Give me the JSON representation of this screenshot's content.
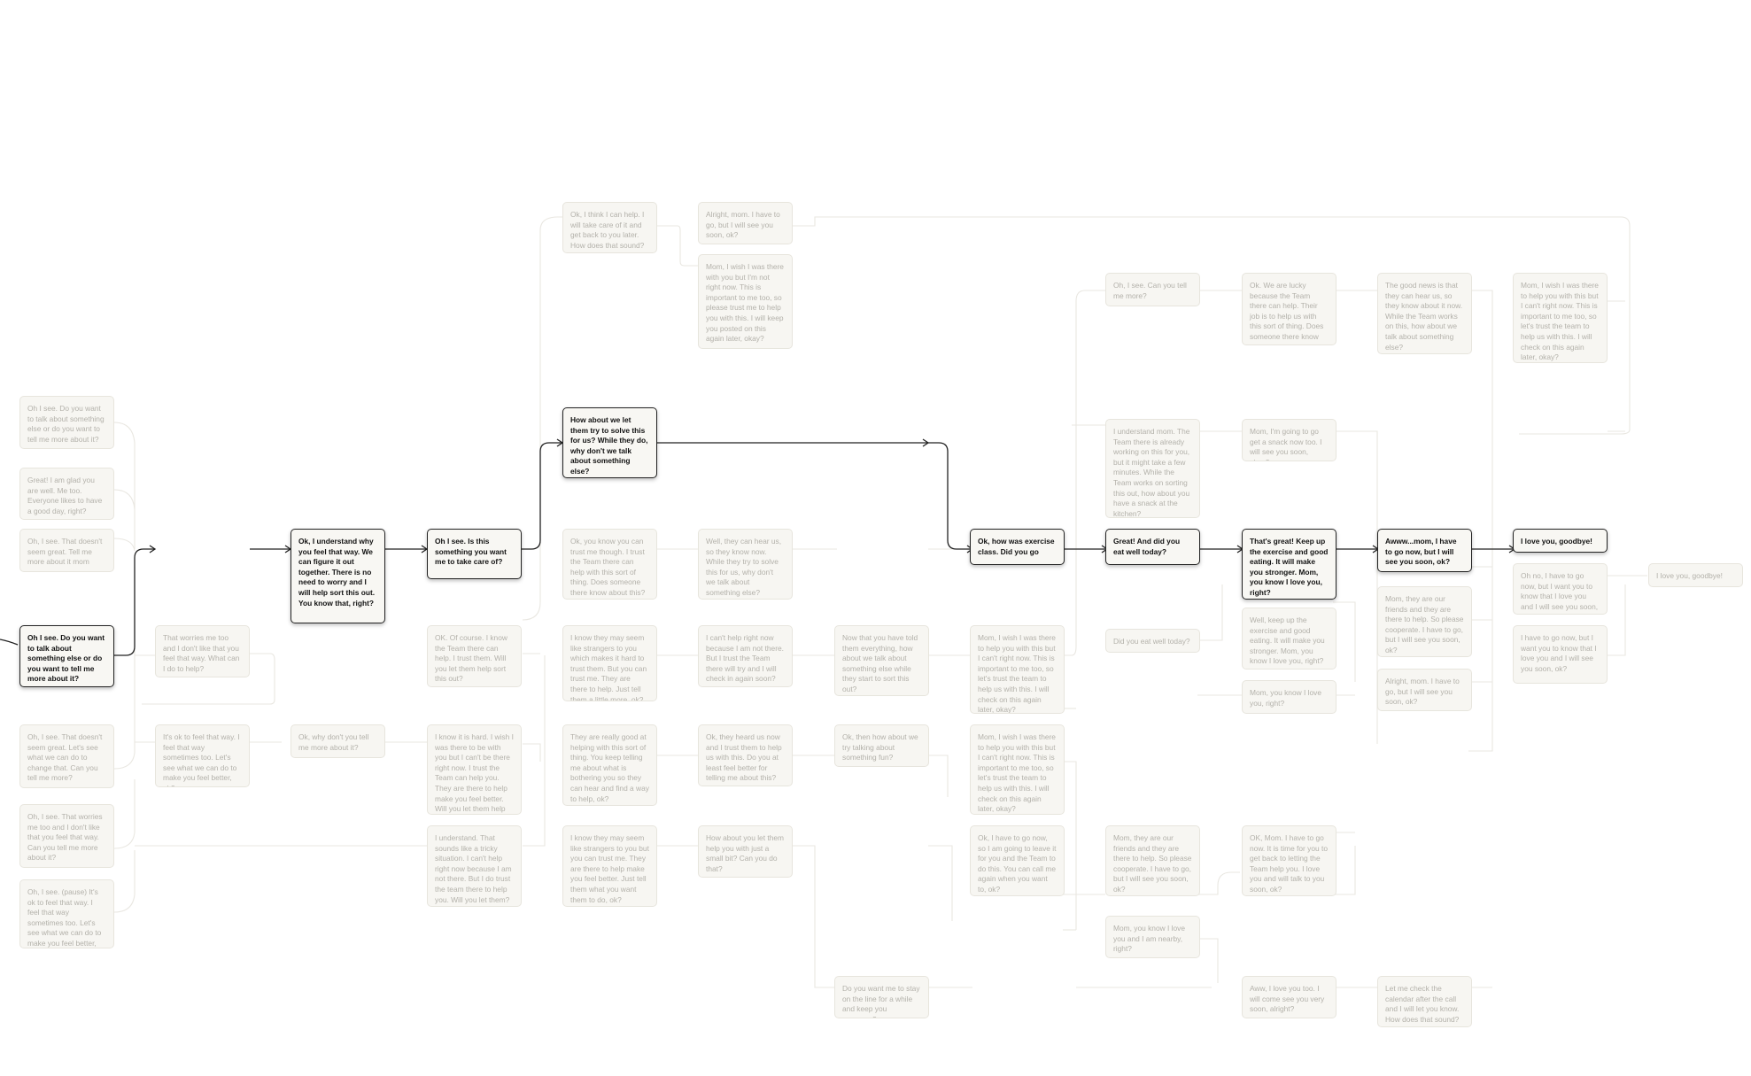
{
  "colors": {
    "active_border": "#222222",
    "dim_text": "#b3b1aa",
    "node_bg": "#f7f6f2",
    "dim_wire": "#e8e6e0",
    "active_wire": "#222222"
  },
  "nodes": {
    "c1_1": "Oh I see. Do you want to talk about something else or do you want to tell me more about it?",
    "c1_2": "Great! I am glad you are well. Me too. Everyone likes to have a good day, right?",
    "c1_3": "Oh, I see. That doesn't seem great. Tell me more about it mom",
    "c1_4": "Oh I see. Do you want to talk about something else or do you want to tell me more about it?",
    "c1_5": "Oh, I see. That doesn't seem great. Let's see what we can do to change that. Can you tell me more?",
    "c1_6": "Oh, I see. That worries me too and I don't like that you feel that way. Can you tell me more about it?",
    "c1_7": "Oh, I see. (pause) It's ok to feel that way. I feel that way sometimes too. Let's see what we can do to make you feel better, ok?",
    "c2_1": "That worries me too and I don't like that you feel that way. What can I do to help?",
    "c2_2": "It's ok to feel that way. I feel that way sometimes too. Let's see what we can do to make you feel better, ok?",
    "c3_1": "Ok, I understand why you feel that way. We can figure it out together. There is no need to worry and I will help sort this out. You know that, right?",
    "c3_2": "Ok, why don't you tell me more about it?",
    "c4_1": "Oh I see. Is this something you want me to take care of?",
    "c4_2": "OK. Of course. I know the Team there can help. I trust them. Will you let them help sort this out?",
    "c4_3": "I know it is hard. I wish I was there to be with you but I can't be there right now. I trust the Team can help you. They are there to help make you feel better. Will you let them help you?",
    "c4_4": "I understand. That sounds like a tricky situation. I can't help right now because I am not there. But I do trust the team there to help you. Will you let them?",
    "c5_1": "Ok, I think I can help. I will take care of it and get back to you later. How does that sound?",
    "c5_2": "How about we let them try to solve this for us? While they do, why don't we talk about something else?",
    "c5_3": "Ok, you know you can trust me though. I trust the Team there can help with this sort of thing. Does someone there know about this?",
    "c5_4": "I know they may seem like strangers to you which makes it hard to trust them. But you can trust me. They are there to help. Just tell them a little more, ok?",
    "c5_5": "They are really good at helping with this sort of thing. You keep telling me about what is bothering you so they can hear and find a way to help, ok?",
    "c5_6": "I know they may seem like strangers to you but you can trust me. They are there to help make you feel better. Just tell them what you want them to do, ok?",
    "c6_1": "Alright, mom. I have to go, but I will see you soon, ok?",
    "c6_2": "Mom, I wish I was there with you but I'm not right now. This is important to me too, so please trust me to help you with this. I will keep you posted on this again later, okay?",
    "c6_3": "Well, they can hear us, so they know now. While they try to solve this for us, why don't we talk about something else?",
    "c6_4": "I can't help right now because I am not there. But I trust the Team there will try and I will check in again soon?",
    "c6_5": "Ok, they heard us now and I trust them to help us with this. Do you at least feel better for telling me about this?",
    "c6_6": "How about you let them help you with just a small bit? Can you do that?",
    "c7_1": "Now that you have told them everything, how about we talk about something else while they start to sort this out?",
    "c7_2": "Ok, then how about we try talking about something fun?",
    "c7_3": "Do you want me to stay on the line for a while and keep you company?",
    "c8_1": "Ok, how was exercise class. Did you go",
    "c8_2": "Mom, I wish I was there to help you with this but I can't right now. This is important to me too, so let's trust the team to help us with this. I will check on this again later, okay?",
    "c8_3": "Mom, I wish I was there to help you with this but I can't right now. This is important to me too, so let's trust the team to help us with this. I will check on this again later, okay?",
    "c8_4": "Ok, I have to go now, so I am going to leave it for you and the Team to do this. You can call me again when you want to, ok?",
    "c9_1": "Oh, I see. Can you tell me more?",
    "c9_2": "I understand mom. The Team there is already working on this for you, but it might take a few minutes. While the Team works on sorting this out, how about you have a snack at the kitchen?",
    "c9_3": "Great! And did you eat well today?",
    "c9_4": "Did you eat well today?",
    "c9_5": "Mom, they are our friends and they are there to help. So please cooperate. I have to go, but I will see you soon, ok?",
    "c9_6": "Mom, you know I love you and I am nearby, right?",
    "c10_1": "Ok. We are lucky because the Team there can help. Their job is to help us with this sort of thing. Does someone there know about this?",
    "c10_2": "Mom, I'm going to go get a snack now too. I will see you soon, okay?",
    "c10_3": "That's great! Keep up the exercise and good eating. It will make you stronger. Mom, you know I love you, right?",
    "c10_4": "Well, keep up the exercise and good eating. It will make you stronger. Mom, you know I love you, right?",
    "c10_5": "Mom, you know I love you, right?",
    "c10_6": "OK, Mom. I have to go now. It is time for you to get back to letting the Team help you. I love you and will talk to you soon, ok?",
    "c10_7": "Aww, I love you too. I will come see you very soon, alright?",
    "c11_1": "The good news is that they can hear us, so they know about it now. While the Team works on this, how about we talk about something else?",
    "c11_2": "Awww...mom, I have to go now, but I will see you soon, ok?",
    "c11_3": "Mom, they are our friends and they are there to help. So please cooperate. I have to go, but I will see you soon, ok?",
    "c11_4": "Alright, mom. I have to go, but I will see you soon, ok?",
    "c11_5": "Let me check the calendar after the call and I will let you know. How does that sound?",
    "c12_1": "Mom, I wish I was there to help you with this but I can't right now. This is important to me too, so let's trust the team to help us with this. I will check on this again later, okay?",
    "c12_2": "I love you, goodbye!",
    "c12_3": "Oh no, I have to go now, but I want you to know that I love you and I will see you soon, ok?",
    "c12_4": "I have to go now, but I want you to know that I love you and I will see you soon, ok?",
    "c13_1": "I love you, goodbye!"
  }
}
